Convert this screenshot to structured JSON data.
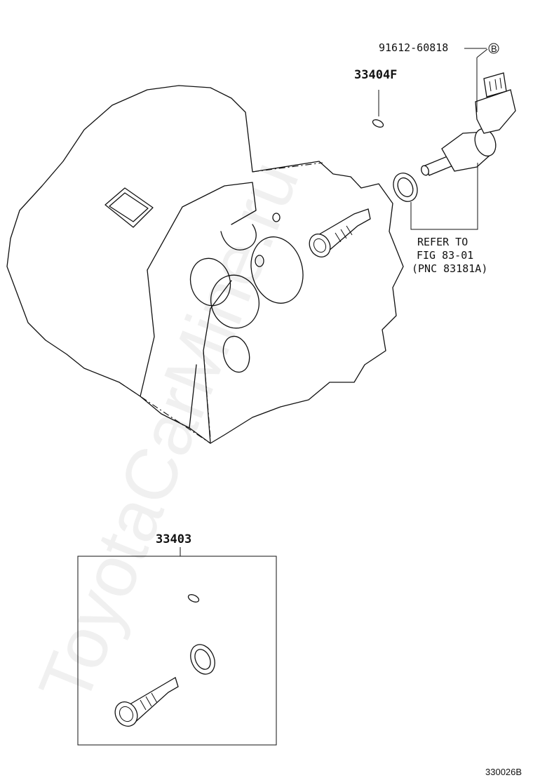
{
  "watermark": "ToyotaCarMine.ru",
  "parts": {
    "bolt_label": "91612-60818",
    "bolt_ref_mark": "B",
    "clip_label": "33404F",
    "kit_label": "33403"
  },
  "reference": {
    "line1": "REFER TO",
    "line2": "FIG 83-01",
    "line3": "(PNC 83181A)"
  },
  "figure_code": "330026B"
}
